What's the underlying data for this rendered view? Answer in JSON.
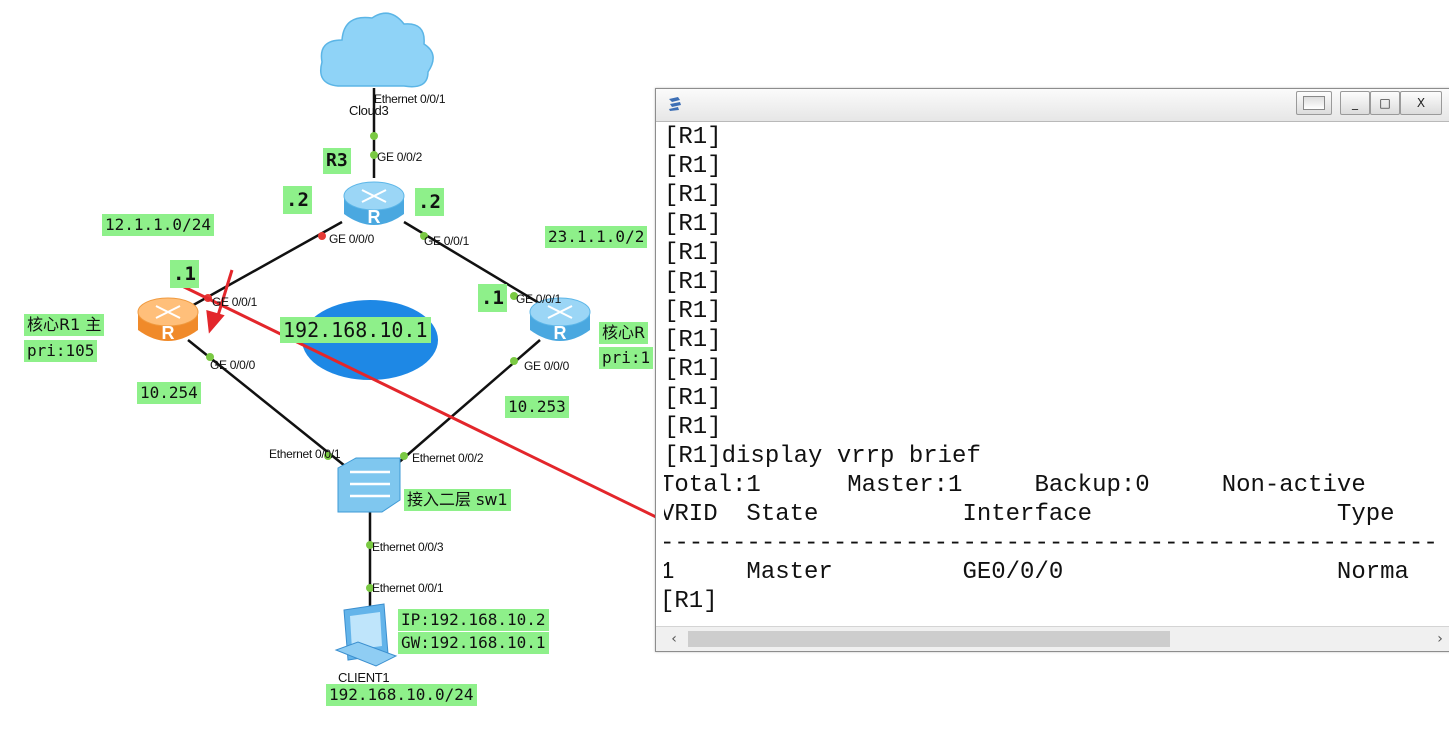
{
  "topology": {
    "nodes": {
      "cloud": "Cloud3",
      "r3": "R3",
      "r1_name": "核心R1 主",
      "r1_pri": "pri:105",
      "r2_name": "核心R",
      "r2_pri": "pri:1",
      "switch": "接入二层 sw1",
      "client": "CLIENT1"
    },
    "ports": {
      "cloud_eth": "Ethernet 0/0/1",
      "r3_ge002": "GE 0/0/2",
      "r3_ge000": "GE 0/0/0",
      "r3_ge001": "GE 0/0/1",
      "r1_ge001": "GE 0/0/1",
      "r1_ge000": "GE 0/0/0",
      "r2_ge001": "GE 0/0/1",
      "r2_ge000": "GE 0/0/0",
      "sw_eth1": "Ethernet 0/0/1",
      "sw_eth2": "Ethernet 0/0/2",
      "sw_eth3": "Ethernet 0/0/3",
      "client_eth": "Ethernet 0/0/1"
    },
    "labels": {
      "r3_left_ip": ".2",
      "r3_right_ip": ".2",
      "net_left": "12.1.1.0/24",
      "net_right": "23.1.1.0/2",
      "r1_ip": ".1",
      "r2_ip": ".1",
      "vip": "192.168.10.1",
      "r1_lan": "10.254",
      "r2_lan": "10.253",
      "client_ip": "IP:192.168.10.2",
      "client_gw": "GW:192.168.10.1",
      "lan_net": "192.168.10.0/24"
    },
    "colors": {
      "label_bg": "#8ef08a",
      "arrow": "#e3262b",
      "vrrp_ellipse": "#1e88e5",
      "link": "#111111",
      "port_up": "#7ac943",
      "port_down": "#e53935"
    }
  },
  "terminal": {
    "window_buttons": [
      "_",
      "□",
      "X"
    ],
    "lines": [
      "[R1]",
      "[R1]",
      "[R1]",
      "[R1]",
      "[R1]",
      "[R1]",
      "[R1]",
      "[R1]",
      "[R1]",
      "[R1]",
      "[R1]",
      "[R1]display vrrp brief",
      "Total:1      Master:1     Backup:0     Non-active",
      "VRID  State          Interface                 Type",
      "------------------------------------------------------",
      "1     Master         GE0/0/0                   Norma",
      "[R1]"
    ],
    "scroll_left": "‹",
    "scroll_right": "›"
  }
}
